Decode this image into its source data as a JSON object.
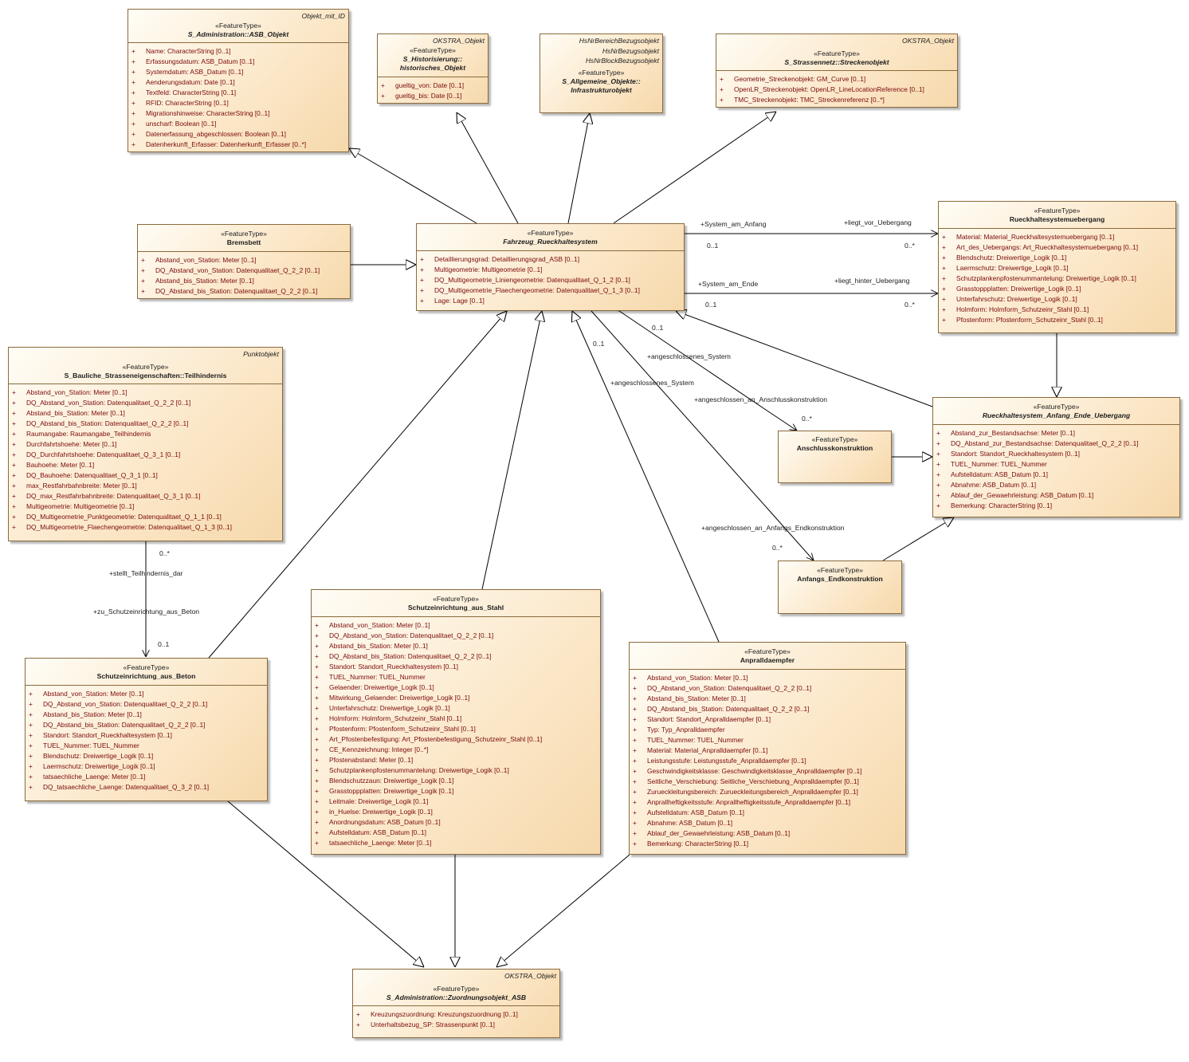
{
  "classes": {
    "asb_objekt": {
      "tags": [
        "Objekt_mit_ID"
      ],
      "stereotype": "«FeatureType»",
      "name_lines": [
        "S_Administration::ASB_Objekt"
      ],
      "italic": true,
      "attributes": [
        "Name: CharacterString [0..1]",
        "Erfassungsdatum: ASB_Datum [0..1]",
        "Systemdatum: ASB_Datum [0..1]",
        "Aenderungsdatum: Date [0..1]",
        "Textfeld: CharacterString [0..1]",
        "RFID: CharacterString [0..1]",
        "Migrationshinweise: CharacterString [0..1]",
        "unscharf: Boolean [0..1]",
        "Datenerfassung_abgeschlossen: Boolean [0..1]",
        "Datenherkunft_Erfasser: Datenherkunft_Erfasser [0..*]"
      ]
    },
    "historisches_objekt": {
      "tags": [
        "OKSTRA_Objekt"
      ],
      "stereotype": "«FeatureType»",
      "name_lines": [
        "S_Historisierung::",
        "historisches_Objekt"
      ],
      "italic": true,
      "attributes": [
        "gueltig_von: Date [0..1]",
        "gueltig_bis: Date [0..1]"
      ]
    },
    "infrastrukturobjekt": {
      "tags": [
        "HsNrBereichBezugsobjekt",
        "HsNrBezugsobjekt",
        "HsNrBlockBezugsobjekt"
      ],
      "stereotype": "«FeatureType»",
      "name_lines": [
        "S_Allgemeine_Objekte::",
        "Infrastrukturobjekt"
      ],
      "italic": true,
      "attributes": []
    },
    "streckenobjekt": {
      "tags": [
        "OKSTRA_Objekt"
      ],
      "stereotype": "«FeatureType»",
      "name_lines": [
        "S_Strassennetz::Streckenobjekt"
      ],
      "italic": true,
      "attributes": [
        "Geometrie_Streckenobjekt: GM_Curve [0..1]",
        "OpenLR_Streckenobjekt: OpenLR_LineLocationReference [0..1]",
        "TMC_Streckenobjekt: TMC_Streckenreferenz [0..*]"
      ]
    },
    "bremsbett": {
      "tags": [],
      "stereotype": "«FeatureType»",
      "name_lines": [
        "Bremsbett"
      ],
      "italic": false,
      "attributes": [
        "Abstand_von_Station: Meter [0..1]",
        "DQ_Abstand_von_Station: Datenqualitaet_Q_2_2 [0..1]",
        "Abstand_bis_Station: Meter [0..1]",
        "DQ_Abstand_bis_Station: Datenqualitaet_Q_2_2 [0..1]"
      ]
    },
    "fahrzeug_rueckhaltesystem": {
      "tags": [],
      "stereotype": "«FeatureType»",
      "name_lines": [
        "Fahrzeug_Rueckhaltesystem"
      ],
      "italic": true,
      "attributes": [
        "Detaillierungsgrad: Detaillierungsgrad_ASB [0..1]",
        "Multigeometrie: Multigeometrie [0..1]",
        "DQ_Multigeometrie_Liniengeometrie: Datenqualitaet_Q_1_2 [0..1]",
        "DQ_Multigeometrie_Flaechengeometrie: Datenqualitaet_Q_1_3 [0..1]",
        "Lage: Lage [0..1]"
      ]
    },
    "rueckhaltesystemuebergang": {
      "tags": [],
      "stereotype": "«FeatureType»",
      "name_lines": [
        "Rueckhaltesystemuebergang"
      ],
      "italic": false,
      "attributes": [
        "Material: Material_Rueckhaltesystemuebergang [0..1]",
        "Art_des_Uebergangs: Art_Rueckhaltesystemuebergang [0..1]",
        "Blendschutz: Dreiwertige_Logik [0..1]",
        "Laermschutz: Dreiwertige_Logik [0..1]",
        "Schutzplankenpfostenummantelung: Dreiwertige_Logik [0..1]",
        "Grasstoppplatten: Dreiwertige_Logik [0..1]",
        "Unterfahrschutz: Dreiwertige_Logik [0..1]",
        "Holmform: Holmform_Schutzeinr_Stahl [0..1]",
        "Pfostenform: Pfostenform_Schutzeinr_Stahl [0..1]"
      ]
    },
    "teilhindernis": {
      "tags": [
        "Punktobjekt"
      ],
      "stereotype": "«FeatureType»",
      "name_lines": [
        "S_Bauliche_Strasseneigenschaften::Teilhindernis"
      ],
      "italic": false,
      "attributes": [
        "Abstand_von_Station: Meter [0..1]",
        "DQ_Abstand_von_Station: Datenqualitaet_Q_2_2 [0..1]",
        "Abstand_bis_Station: Meter [0..1]",
        "DQ_Abstand_bis_Station: Datenqualitaet_Q_2_2 [0..1]",
        "Raumangabe: Raumangabe_Teilhindernis",
        "Durchfahrtshoehe: Meter [0..1]",
        "DQ_Durchfahrtshoehe: Datenqualitaet_Q_3_1 [0..1]",
        "Bauhoehe: Meter [0..1]",
        "DQ_Bauhoehe: Datenqualitaet_Q_3_1 [0..1]",
        "max_Restfahrbahnbreite: Meter [0..1]",
        "DQ_max_Restfahrbahnbreite: Datenqualitaet_Q_3_1 [0..1]",
        "Multigeometrie: Multigeometrie [0..1]",
        "DQ_Multigeometrie_Punktgeometrie: Datenqualitaet_Q_1_1 [0..1]",
        "DQ_Multigeometrie_Flaechengeometrie: Datenqualitaet_Q_1_3 [0..1]"
      ]
    },
    "anfang_ende_uebergang": {
      "tags": [],
      "stereotype": "«FeatureType»",
      "name_lines": [
        "Rueckhaltesystem_Anfang_Ende_Uebergang"
      ],
      "italic": true,
      "attributes": [
        "Abstand_zur_Bestandsachse: Meter [0..1]",
        "DQ_Abstand_zur_Bestandsachse: Datenqualitaet_Q_2_2 [0..1]",
        "Standort: Standort_Rueckhaltesystem [0..1]",
        "TUEL_Nummer: TUEL_Nummer",
        "Aufstelldatum: ASB_Datum [0..1]",
        "Abnahme: ASB_Datum [0..1]",
        "Ablauf_der_Gewaehrleistung: ASB_Datum [0..1]",
        "Bemerkung: CharacterString [0..1]"
      ]
    },
    "anschlusskonstruktion": {
      "tags": [],
      "stereotype": "«FeatureType»",
      "name_lines": [
        "Anschlusskonstruktion"
      ],
      "italic": false,
      "attributes": []
    },
    "anfangs_endkonstruktion": {
      "tags": [],
      "stereotype": "«FeatureType»",
      "name_lines": [
        "Anfangs_Endkonstruktion"
      ],
      "italic": false,
      "attributes": []
    },
    "schutzeinrichtung_beton": {
      "tags": [],
      "stereotype": "«FeatureType»",
      "name_lines": [
        "Schutzeinrichtung_aus_Beton"
      ],
      "italic": false,
      "attributes": [
        "Abstand_von_Station: Meter [0..1]",
        "DQ_Abstand_von_Station: Datenqualitaet_Q_2_2 [0..1]",
        "Abstand_bis_Station: Meter [0..1]",
        "DQ_Abstand_bis_Station: Datenqualitaet_Q_2_2 [0..1]",
        "Standort: Standort_Rueckhaltesystem [0..1]",
        "TUEL_Nummer: TUEL_Nummer",
        "Blendschutz: Dreiwertige_Logik [0..1]",
        "Laermschutz: Dreiwertige_Logik [0..1]",
        "tatsaechliche_Laenge: Meter [0..1]",
        "DQ_tatsaechliche_Laenge: Datenqualitaet_Q_3_2 [0..1]"
      ]
    },
    "schutzeinrichtung_stahl": {
      "tags": [],
      "stereotype": "«FeatureType»",
      "name_lines": [
        "Schutzeinrichtung_aus_Stahl"
      ],
      "italic": false,
      "attributes": [
        "Abstand_von_Station: Meter [0..1]",
        "DQ_Abstand_von_Station: Datenqualitaet_Q_2_2 [0..1]",
        "Abstand_bis_Station: Meter [0..1]",
        "DQ_Abstand_bis_Station: Datenqualitaet_Q_2_2 [0..1]",
        "Standort: Standort_Rueckhaltesystem [0..1]",
        "TUEL_Nummer: TUEL_Nummer",
        "Gelaender: Dreiwertige_Logik [0..1]",
        "Mitwirkung_Gelaender: Dreiwertige_Logik [0..1]",
        "Unterfahrschutz: Dreiwertige_Logik [0..1]",
        "Holmform: Holmform_Schutzeinr_Stahl [0..1]",
        "Pfostenform: Pfostenform_Schutzeinr_Stahl [0..1]",
        "Art_Pfostenbefestigung: Art_Pfostenbefestigung_Schutzeinr_Stahl [0..1]",
        "CE_Kennzeichnung: Integer [0..*]",
        "Pfostenabstand: Meter [0..1]",
        "Schutzplankenpfostenummantelung: Dreiwertige_Logik [0..1]",
        "Blendschutzzaun: Dreiwertige_Logik [0..1]",
        "Grasstoppplatten: Dreiwertige_Logik [0..1]",
        "Leitmale: Dreiwertige_Logik [0..1]",
        "in_Huelse: Dreiwertige_Logik [0..1]",
        "Anordnungsdatum: ASB_Datum [0..1]",
        "Aufstelldatum: ASB_Datum [0..1]",
        "tatsaechliche_Laenge: Meter [0..1]"
      ]
    },
    "anpralldaempfer": {
      "tags": [],
      "stereotype": "«FeatureType»",
      "name_lines": [
        "Anpralldaempfer"
      ],
      "italic": false,
      "attributes": [
        "Abstand_von_Station: Meter [0..1]",
        "DQ_Abstand_von_Station: Datenqualitaet_Q_2_2 [0..1]",
        "Abstand_bis_Station: Meter [0..1]",
        "DQ_Abstand_bis_Station: Datenqualitaet_Q_2_2 [0..1]",
        "Standort: Standort_Anpralldaempfer [0..1]",
        "Typ: Typ_Anpralldaempfer",
        "TUEL_Nummer: TUEL_Nummer",
        "Material: Material_Anpralldaempfer [0..1]",
        "Leistungsstufe: Leistungsstufe_Anpralldaempfer [0..1]",
        "Geschwindigkeitsklasse: Geschwindigkeitsklasse_Anpralldaempfer [0..1]",
        "Seitliche_Verschiebung: Seitliche_Verschiebung_Anpralldaempfer [0..1]",
        "Zurueckleitungsbereich: Zurueckleitungsbereich_Anpralldaempfer [0..1]",
        "Anprallheftigkeitsstufe: Anprallheftigkeitsstufe_Anpralldaempfer [0..1]",
        "Aufstelldatum: ASB_Datum [0..1]",
        "Abnahme: ASB_Datum [0..1]",
        "Ablauf_der_Gewaehrleistung: ASB_Datum [0..1]",
        "Bemerkung: CharacterString [0..1]"
      ]
    },
    "zuordnungsobjekt": {
      "tags": [
        "OKSTRA_Objekt"
      ],
      "stereotype": "«FeatureType»",
      "name_lines": [
        "S_Administration::Zuordnungsobjekt_ASB"
      ],
      "italic": true,
      "attributes": [
        "Kreuzungszuordnung: Kreuzungszuordnung [0..1]",
        "Unterhaltsbezug_SP: Strassenpunkt [0..1]"
      ]
    }
  },
  "labels": {
    "system_am_anfang": "+System_am_Anfang",
    "liegt_vor_uebergang": "+liegt_vor_Uebergang",
    "anfang_mult_left": "0..1",
    "anfang_mult_right": "0..*",
    "system_am_ende": "+System_am_Ende",
    "liegt_hinter_uebergang": "+liegt_hinter_Uebergang",
    "ende_mult_left": "0..1",
    "ende_mult_right": "0..*",
    "mult_0_1_a": "0..1",
    "mult_0_1_b": "0..1",
    "angeschlossenes_system_1": "+angeschlossenes_System",
    "angeschlossenes_system_2": "+angeschlossenes_System",
    "angeschlossen_an_anschlusskonstruktion": "+angeschlossen_an_Anschlusskonstruktion",
    "mult_anschluss": "0..*",
    "angeschlossen_an_anfangs_endkonstruktion": "+angeschlossen_an_Anfangs_Endkonstruktion",
    "mult_anfangs_end": "0..*",
    "mult_teilhindernis": "0..*",
    "stellt_teilhindernis_dar": "+stellt_Teilhindernis_dar",
    "zu_schutzeinrichtung_aus_beton": "+zu_Schutzeinrichtung_aus_Beton",
    "mult_beton": "0..1"
  }
}
